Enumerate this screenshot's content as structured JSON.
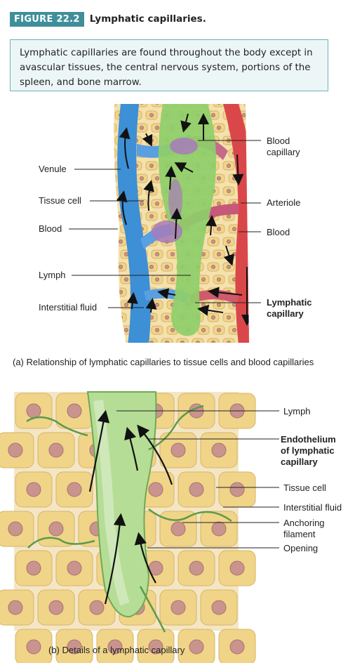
{
  "figure": {
    "number": "FIGURE 22.2",
    "title": "Lymphatic capillaries.",
    "caption": "Lymphatic capillaries are found throughout the body except in avascular tissues, the central nervous system, portions of the spleen, and bone marrow."
  },
  "panel_a": {
    "labels": {
      "venule": "Venule",
      "tissue_cell": "Tissue cell",
      "blood_left": "Blood",
      "lymph": "Lymph",
      "interstitial_fluid": "Interstitial fluid",
      "blood_capillary_1": "Blood",
      "blood_capillary_2": "capillary",
      "arteriole": "Arteriole",
      "blood_right": "Blood",
      "lymphatic_capillary_1": "Lymphatic",
      "lymphatic_capillary_2": "capillary"
    },
    "subcaption": "(a) Relationship of lymphatic capillaries to tissue cells and blood capillaries"
  },
  "panel_b": {
    "labels": {
      "lymph": "Lymph",
      "endothelium_1": "Endothelium",
      "endothelium_2": "of lymphatic",
      "endothelium_3": "capillary",
      "tissue_cell": "Tissue cell",
      "interstitial_fluid": "Interstitial fluid",
      "anchoring_1": "Anchoring",
      "anchoring_2": "filament",
      "opening": "Opening"
    },
    "subcaption": "(b) Details of a lymphatic capillary"
  },
  "colors": {
    "vein": "#3d8fd6",
    "artery": "#d9474b",
    "lymphatic": "#8fcf6a",
    "capillary_mix": "#a77bb8",
    "tissue_cell": "#f0d488",
    "nucleus": "#c9948e",
    "badge": "#3f8f9a"
  }
}
